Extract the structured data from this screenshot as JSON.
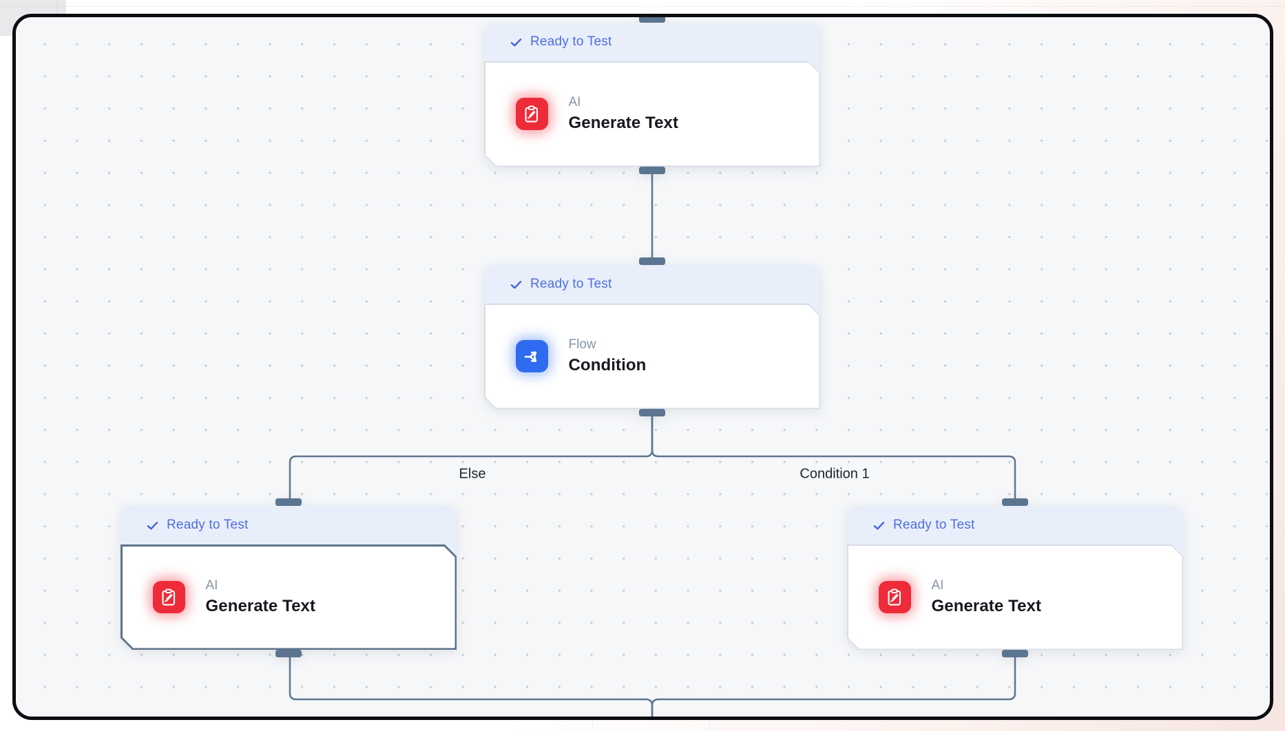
{
  "app": {
    "view": "workflow-canvas"
  },
  "colors": {
    "canvas_bg": "#f5f7f9",
    "frame_border": "#0c0d11",
    "header_bg": "#e9eefb",
    "status_blue": "#4c6fe1",
    "ai_icon_red": "#ee2b38",
    "flow_icon_blue": "#2e6bf0",
    "edge_slate": "#5f7590",
    "selected_border": "#5d7289"
  },
  "nodes": [
    {
      "id": "generate-text-top",
      "status": "Ready to Test",
      "status_icon": "check-icon",
      "category": "AI",
      "title": "Generate Text",
      "icon": "clipboard-pen-icon",
      "icon_color": "#ee2b38",
      "selected": false
    },
    {
      "id": "condition",
      "status": "Ready to Test",
      "status_icon": "check-icon",
      "category": "Flow",
      "title": "Condition",
      "icon": "split-arrow-icon",
      "icon_color": "#2e6bf0",
      "selected": false
    },
    {
      "id": "generate-text-else",
      "status": "Ready to Test",
      "status_icon": "check-icon",
      "category": "AI",
      "title": "Generate Text",
      "icon": "clipboard-pen-icon",
      "icon_color": "#ee2b38",
      "selected": true
    },
    {
      "id": "generate-text-condition-1",
      "status": "Ready to Test",
      "status_icon": "check-icon",
      "category": "AI",
      "title": "Generate Text",
      "icon": "clipboard-pen-icon",
      "icon_color": "#ee2b38",
      "selected": false
    }
  ],
  "edge_labels": [
    {
      "text": "Else"
    },
    {
      "text": "Condition 1"
    }
  ]
}
